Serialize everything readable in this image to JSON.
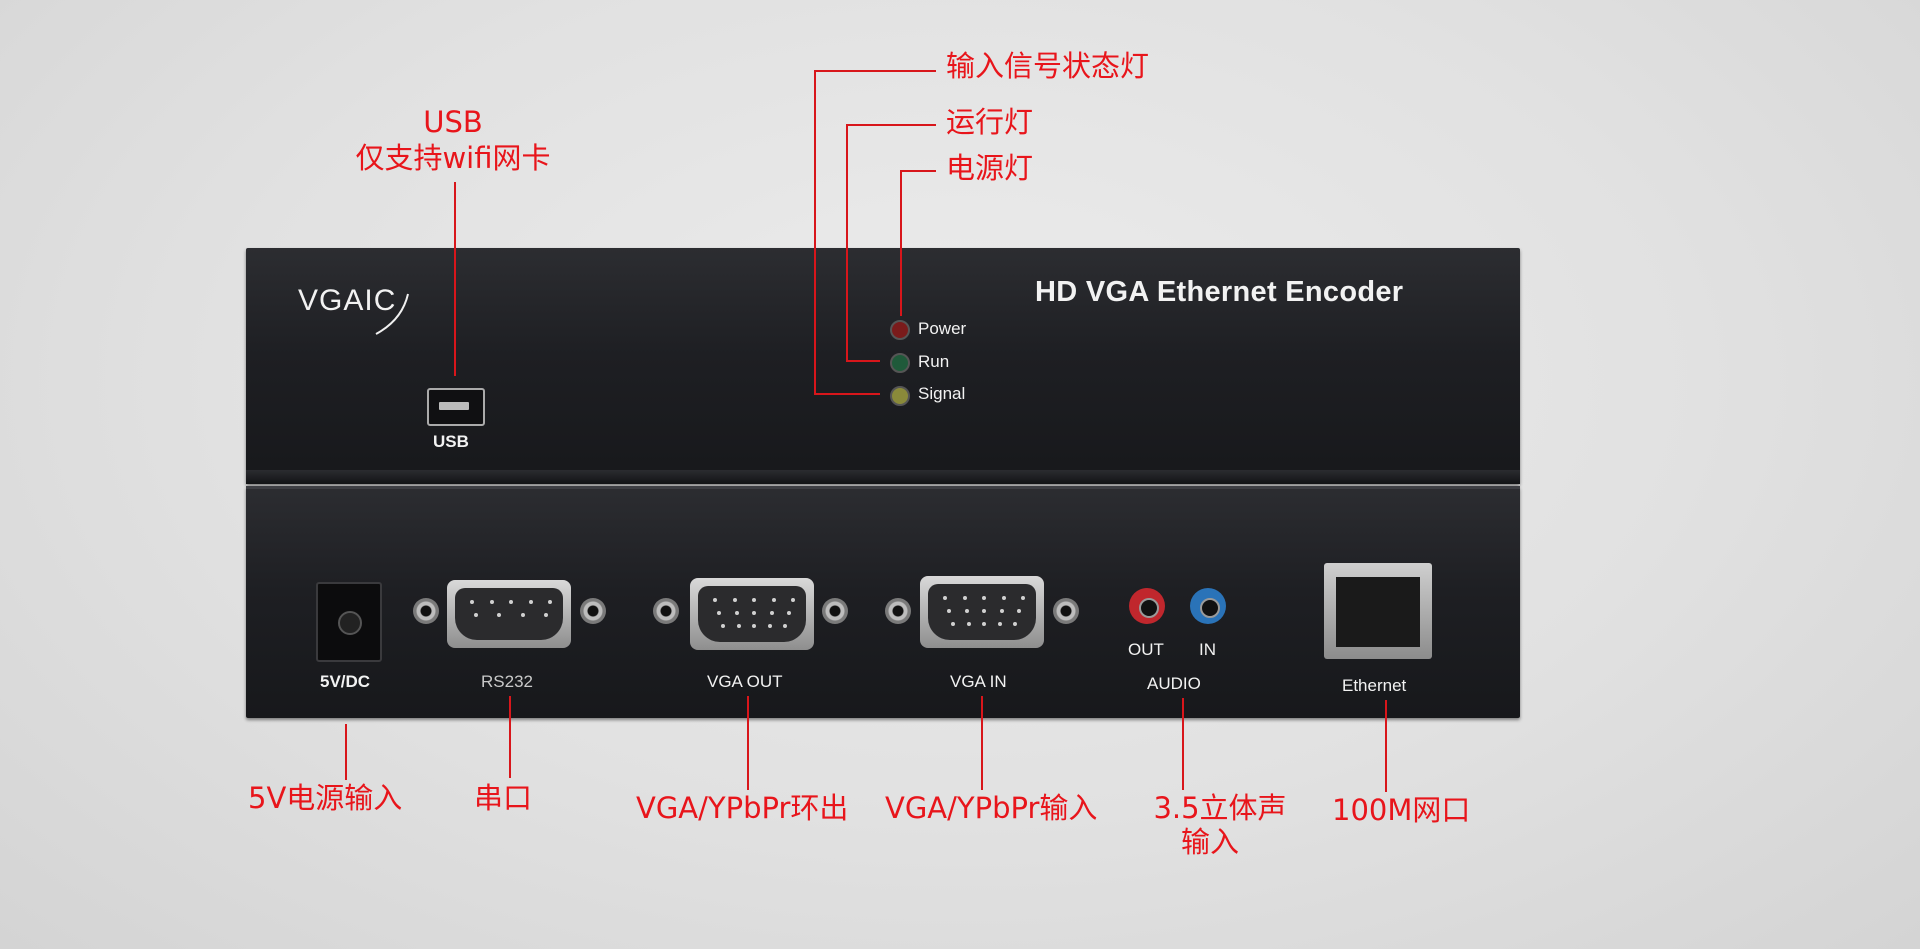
{
  "callouts": {
    "signal_led": "输入信号状态灯",
    "run_led": "运行灯",
    "power_led": "电源灯",
    "usb_title": "USB",
    "usb_desc": "仅支持wifi网卡",
    "power_input": "5V电源输入",
    "serial_port": "串口",
    "vga_out": "VGA/YPbPr环出",
    "vga_in": "VGA/YPbPr输入",
    "audio_line1": "3.5立体声",
    "audio_line2": "输入",
    "ethernet": "100M网口"
  },
  "device": {
    "logo": "VGAIC",
    "title": "HD VGA Ethernet Encoder",
    "usb_port_label": "USB",
    "leds": [
      {
        "label": "Power",
        "color": "#7a1b1b"
      },
      {
        "label": "Run",
        "color": "#1f5a3a"
      },
      {
        "label": "Signal",
        "color": "#8a8a3a"
      }
    ],
    "ports": {
      "dc": "5V/DC",
      "rs232": "RS232",
      "vga_out": "VGA OUT",
      "vga_in": "VGA IN",
      "audio_out": "OUT",
      "audio_in": "IN",
      "audio": "AUDIO",
      "ethernet": "Ethernet"
    },
    "jack_colors": {
      "out": "#c0272d",
      "in": "#2a73b8"
    }
  },
  "colors": {
    "callout": "#e8151b",
    "line": "#d8161b",
    "panel": "#1e1f23"
  }
}
